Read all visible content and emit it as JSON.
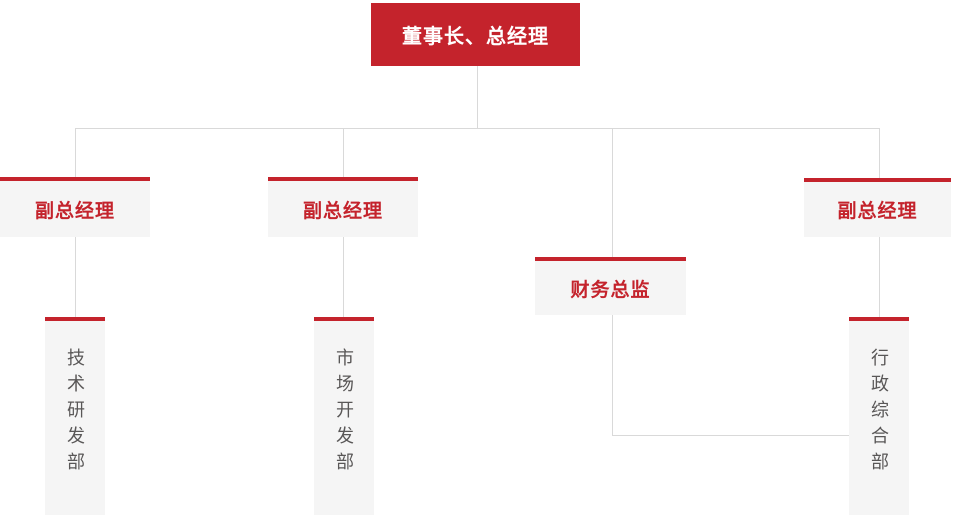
{
  "org_chart": {
    "title": "company-organization-chart",
    "root": {
      "label": "董事长、总经理"
    },
    "managers": [
      {
        "id": "vp-left",
        "label": "副总经理"
      },
      {
        "id": "vp-middle",
        "label": "副总经理"
      },
      {
        "id": "finance-director",
        "label": "财务总监"
      },
      {
        "id": "vp-right",
        "label": "副总经理"
      }
    ],
    "departments": [
      {
        "id": "tech-rd",
        "label": "技术研发部",
        "reports_to": "vp-left"
      },
      {
        "id": "market-dev",
        "label": "市场开发部",
        "reports_to": "vp-middle"
      },
      {
        "id": "admin-general",
        "label": "行政综合部",
        "reports_to": "vp-right"
      }
    ],
    "colors": {
      "primary_red": "#c4232c",
      "box_background": "#f5f5f5",
      "connector_line": "#d9d9d9",
      "department_text": "#595757",
      "root_text": "#ffffff"
    }
  }
}
